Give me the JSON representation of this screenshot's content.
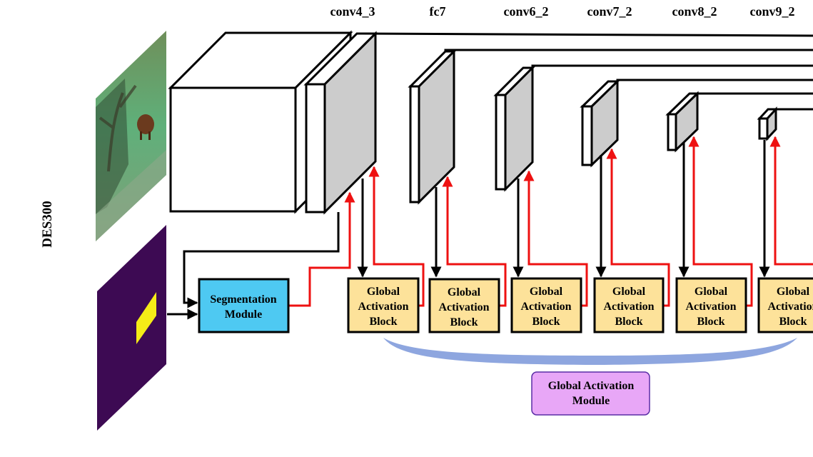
{
  "side_title": "DES300",
  "layer_labels": [
    "conv4_3",
    "fc7",
    "conv6_2",
    "conv7_2",
    "conv8_2",
    "conv9_2"
  ],
  "segmentation_module": {
    "line1": "Segmentation",
    "line2": "Module"
  },
  "gab": {
    "line1": "Global",
    "line2": "Activation",
    "line3": "Block"
  },
  "gam": {
    "line1": "Global Activation",
    "line2": "Module"
  },
  "colors": {
    "segmentation_fill": "#4ec9f2",
    "gab_fill": "#fde29a",
    "gam_fill": "#e8a7f7",
    "gam_border": "#5a2ea6",
    "arc": "#8ea6df",
    "red_arrow": "#ee1111",
    "feature_face": "#cccccc",
    "mask_bg": "#3d0a53",
    "mask_object": "#f5ec17"
  }
}
